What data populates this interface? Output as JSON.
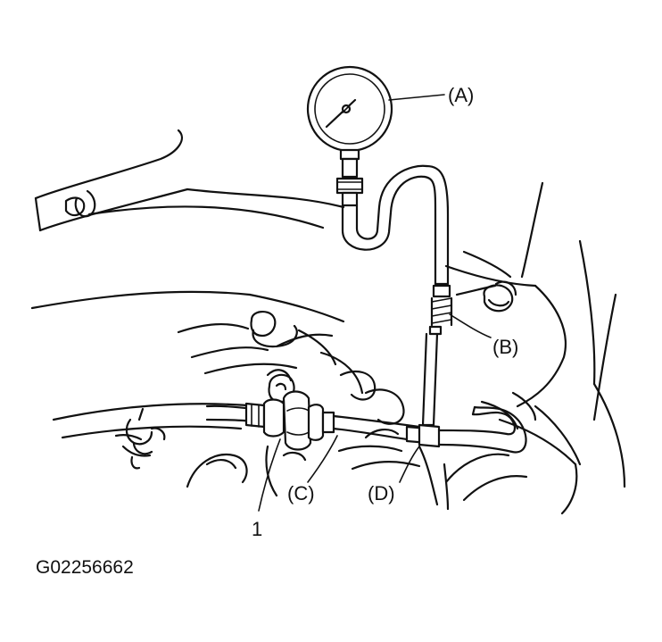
{
  "labels": {
    "gauge": "(A)",
    "hose_upper": "(B)",
    "adapter": "(C)",
    "hose_lower": "(D)",
    "part_number": "1"
  },
  "figure_code": "G02256662",
  "icons": {
    "gauge": "pressure-gauge-icon",
    "regulator": "pressure-regulator-icon"
  }
}
